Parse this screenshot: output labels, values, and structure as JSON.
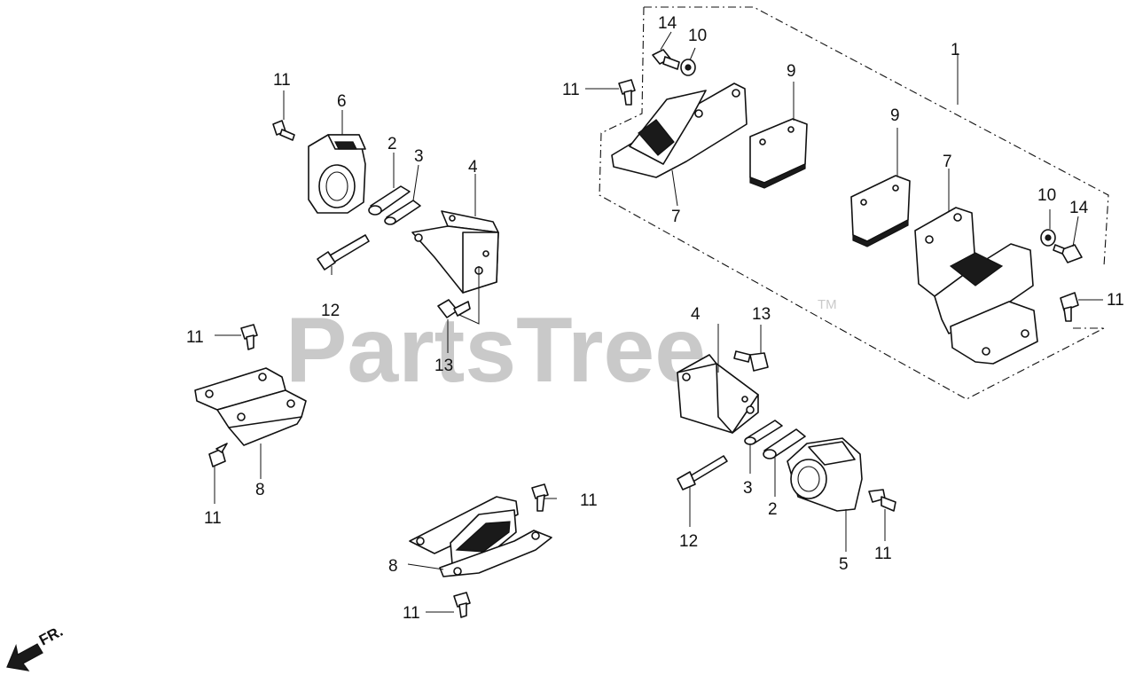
{
  "watermark": {
    "text": "PartsTree",
    "trademark": "TM"
  },
  "direction_marker": {
    "label": "FR."
  },
  "callouts": {
    "c1": "1",
    "c2a": "2",
    "c2b": "2",
    "c3a": "3",
    "c3b": "3",
    "c4a": "4",
    "c4b": "4",
    "c5": "5",
    "c6": "6",
    "c7a": "7",
    "c7b": "7",
    "c8a": "8",
    "c8b": "8",
    "c9a": "9",
    "c9b": "9",
    "c10a": "10",
    "c10b": "10",
    "c11a": "11",
    "c11b": "11",
    "c11c": "11",
    "c11d": "11",
    "c11e": "11",
    "c11f": "11",
    "c11g": "11",
    "c11h": "11",
    "c12a": "12",
    "c12b": "12",
    "c13a": "13",
    "c13b": "13",
    "c14a": "14",
    "c14b": "14"
  }
}
